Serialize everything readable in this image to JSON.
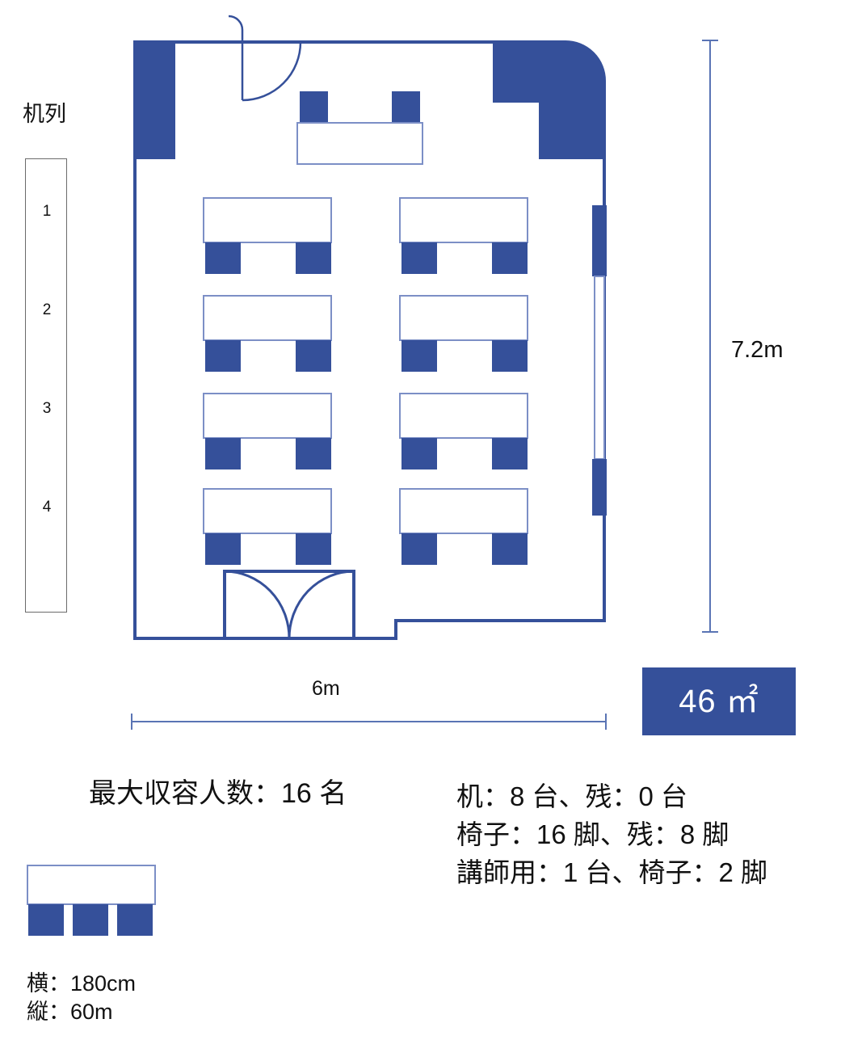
{
  "row_legend": {
    "title": "机列",
    "rows": [
      "1",
      "2",
      "3",
      "4"
    ]
  },
  "dimensions": {
    "vertical": "7.2m",
    "horizontal": "6m"
  },
  "area_badge": {
    "text": "46 ㎡"
  },
  "capacity": {
    "text": "最大収容人数：16 名"
  },
  "inventory": {
    "lines": [
      "机：8 台、残：0 台",
      "椅子：16 脚、残：8 脚",
      "講師用：1 台、椅子：2 脚"
    ]
  },
  "desk_legend": {
    "width_label": "横：180cm",
    "depth_label": "縦：60m"
  },
  "colors": {
    "wall_blue": "#35509A",
    "furniture_outline": "#7C8FC6",
    "legend_border": "#6b6b6b",
    "dimension_line": "#5A74B4",
    "text": "#111111"
  },
  "floorplan": {
    "desk_rows": 4,
    "desk_columns": 2,
    "chairs_per_desk": 2,
    "instructor_desks": 1,
    "instructor_chairs": 2,
    "doors": [
      "single-door-top-left",
      "double-door-bottom"
    ],
    "windows": [
      "right-wall-window"
    ]
  }
}
